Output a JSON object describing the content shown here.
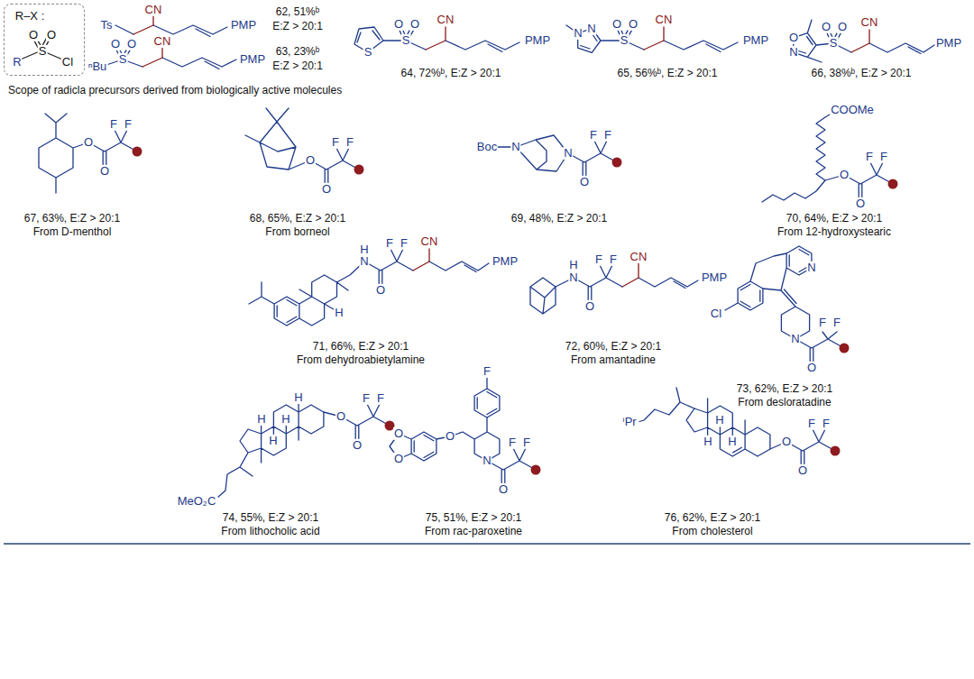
{
  "diagram": {
    "nodes": [
      {
        "text": [
          "R–X :",
          "R",
          "S",
          "O",
          "O",
          "Cl"
        ]
      }
    ],
    "labels": [
      "Ts",
      "CN",
      "PMP",
      "62, 51%ᵇ",
      "E:Z > 20:1",
      "ⁿBu",
      "S",
      "O",
      "O",
      "CN",
      "PMP",
      "63, 23%ᵇ",
      "E:Z > 20:1",
      "S",
      "S",
      "O",
      "O",
      "CN",
      "PMP",
      "64, 72%ᵇ, E:Z > 20:1",
      "N",
      "N",
      "S",
      "O",
      "O",
      "CN",
      "PMP",
      "65, 56%ᵇ, E:Z > 20:1",
      "O",
      "N",
      "S",
      "O",
      "O",
      "CN",
      "PMP",
      "66, 38%ᵇ, E:Z > 20:1",
      "Scope of radicla precursors derived from biologically active molecules",
      "O",
      "O",
      "F",
      "F",
      "67, 63%, E:Z > 20:1",
      "From D-menthol",
      "O",
      "O",
      "F",
      "F",
      "68, 65%, E:Z > 20:1",
      "From borneol",
      "Boc",
      "N",
      "N",
      "O",
      "F",
      "F",
      "69, 48%, E:Z > 20:1",
      "COOMe",
      "O",
      "O",
      "F",
      "F",
      "70, 64%, E:Z > 20:1",
      "From 12-hydroxystearic",
      "H",
      "N",
      "O",
      "F",
      "F",
      "CN",
      "PMP",
      "H",
      "71, 66%, E:Z > 20:1",
      "From dehydroabietylamine",
      "H",
      "N",
      "O",
      "F",
      "F",
      "CN",
      "PMP",
      "72, 60%, E:Z > 20:1",
      "From amantadine",
      "N",
      "Cl",
      "N",
      "O",
      "F",
      "F",
      "73, 62%, E:Z > 20:1",
      "From desloratadine",
      "H",
      "H",
      "H",
      "H",
      "MeO₂C",
      "O",
      "O",
      "F",
      "F",
      "74, 55%, E:Z > 20:1",
      "From lithocholic acid",
      "F",
      "O",
      "O",
      "O",
      "N",
      "O",
      "F",
      "F",
      "75, 51%, E:Z > 20:1",
      "From rac-paroxetine",
      "H",
      "H",
      "H",
      "ⁱPr",
      "O",
      "O",
      "F",
      "F",
      "76, 62%, E:Z > 20:1",
      "From cholesterol"
    ]
  }
}
